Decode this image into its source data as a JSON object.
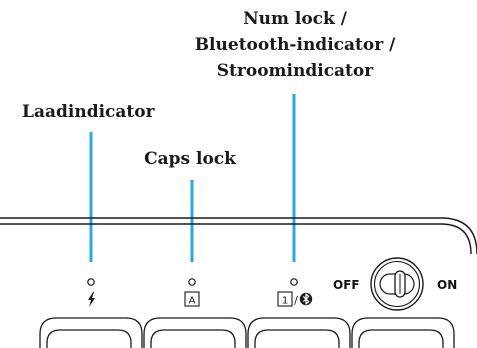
{
  "labels": {
    "num_lock": [
      "Num lock /",
      "Bluetooth-indicator /",
      "Stroomindicator"
    ],
    "laad": "Laadindicator",
    "caps": "Caps lock"
  },
  "switch": {
    "off": "OFF",
    "on": "ON"
  },
  "icons": {
    "laad": "lightning-icon",
    "caps": "boxed-a-icon",
    "num": "boxed-1-and-bluetooth-icon",
    "caps_letter": "A",
    "num_digit": "1",
    "num_separator": "/"
  },
  "colors": {
    "callout_line": "#29a9e0",
    "outline": "#1a1a1a",
    "text": "#1a1a1a"
  }
}
